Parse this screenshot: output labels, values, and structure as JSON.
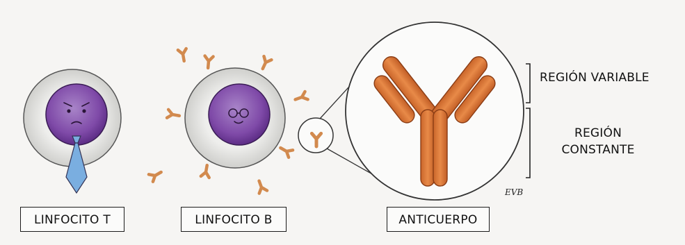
{
  "labels": {
    "t_cell": "LINFOCITO T",
    "b_cell": "LINFOCITO B",
    "antibody": "ANTICUERPO"
  },
  "regions": {
    "variable": "REGIÓN VARIABLE",
    "constant_line1": "REGIÓN",
    "constant_line2": "CONSTANTE"
  },
  "signature": "EVB",
  "colors": {
    "cell_outer": "#e4e4e2",
    "nucleus": "#8a55b0",
    "tie": "#7aaee0",
    "antibody": "#d9783a",
    "small_antibody": "#d28a4e"
  }
}
